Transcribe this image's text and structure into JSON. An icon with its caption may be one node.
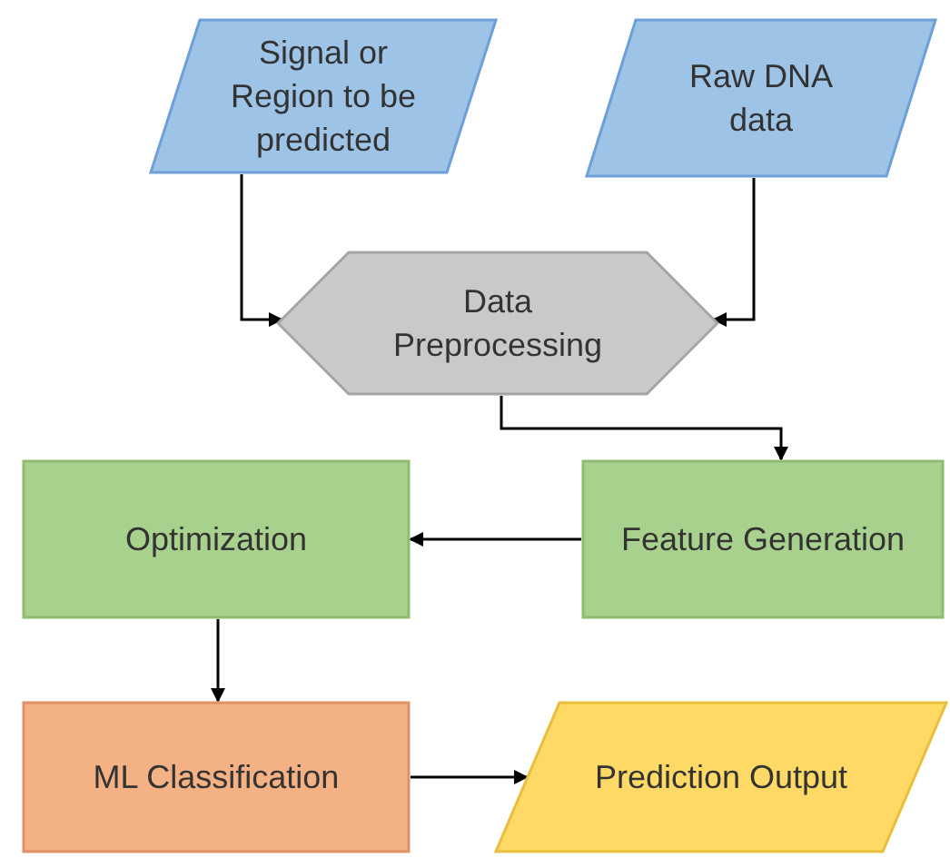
{
  "diagram": {
    "nodes": [
      {
        "text": [
          "Signal or Region to be predicted"
        ]
      },
      {
        "text": [
          "Raw DNA data"
        ]
      },
      {
        "text": [
          "Data Preprocessing"
        ]
      },
      {
        "text": [
          "Optimization"
        ]
      },
      {
        "text": [
          "Feature Generation"
        ]
      },
      {
        "text": [
          "ML Classification"
        ]
      },
      {
        "text": [
          "Prediction Output"
        ]
      }
    ],
    "edges": [
      {
        "from": 0,
        "to": 2,
        "arrow": "to"
      },
      {
        "from": 1,
        "to": 2,
        "arrow": "to"
      },
      {
        "from": 2,
        "to": 4,
        "arrow": "to"
      },
      {
        "from": 4,
        "to": 3,
        "arrow": "to"
      },
      {
        "from": 3,
        "to": 5,
        "arrow": "to"
      },
      {
        "from": 5,
        "to": 6,
        "arrow": "to"
      }
    ]
  }
}
